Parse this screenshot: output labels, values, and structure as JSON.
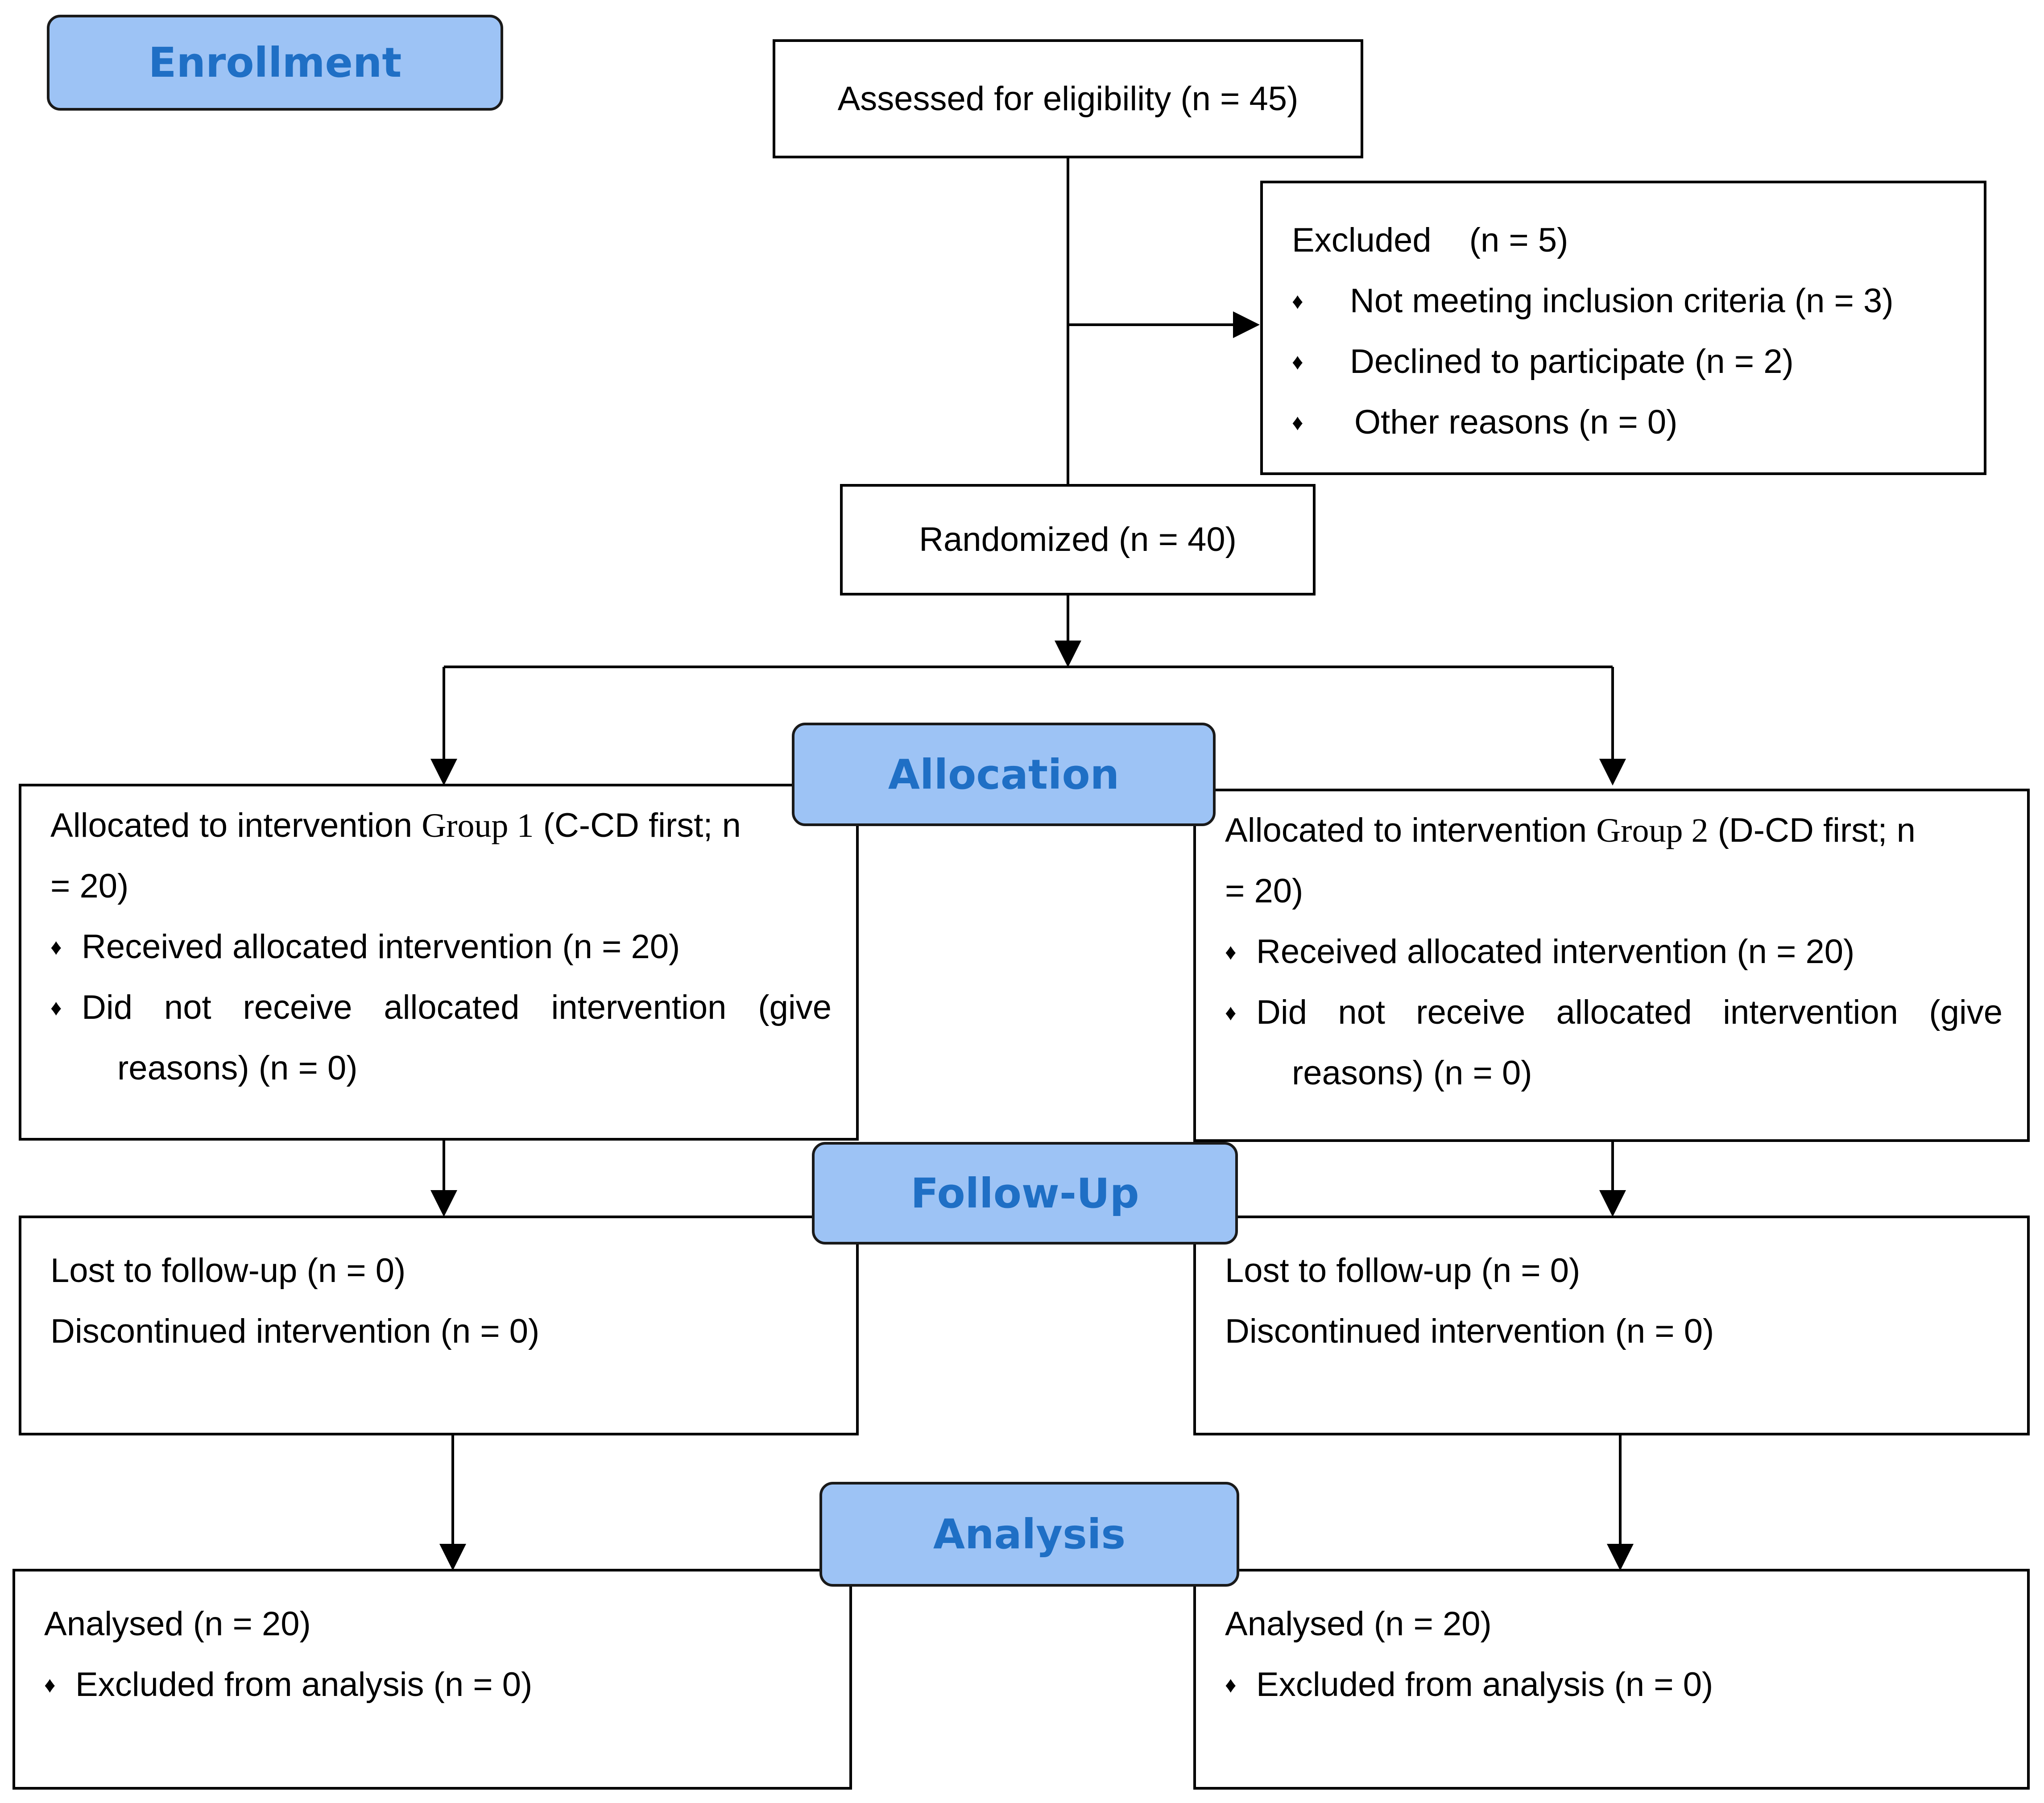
{
  "stages": {
    "enrollment": "Enrollment",
    "allocation": "Allocation",
    "follow_up": "Follow-Up",
    "analysis": "Analysis"
  },
  "bullet": "♦",
  "assessed": "Assessed for eligibility (n = 45)",
  "excluded": {
    "title": "Excluded",
    "count": "(n = 5)",
    "items": [
      "Not meeting inclusion criteria (n = 3)",
      "Declined to participate (n = 2)",
      "Other reasons (n = 0)"
    ]
  },
  "randomized": "Randomized (n = 40)",
  "group1": {
    "alloc_prefix": "Allocated to intervention ",
    "alloc_group": "Group 1",
    "alloc_suffix_line1": " (C-CD first; n",
    "alloc_line2": "= 20)",
    "received": "Received allocated intervention (n = 20)",
    "not_received_line1": "Did not receive allocated intervention (give",
    "not_received_line2": "reasons) (n = 0)",
    "lost": "Lost to follow-up (n = 0)",
    "discontinued": "Discontinued intervention (n = 0)",
    "analysed": "Analysed (n = 20)",
    "excluded_analysis": "Excluded from analysis (n = 0)"
  },
  "group2": {
    "alloc_prefix": "Allocated to intervention ",
    "alloc_group": "Group 2",
    "alloc_suffix_line1": " (D-CD first; n",
    "alloc_line2": "= 20)",
    "received": "Received allocated intervention (n = 20)",
    "not_received_line1": "Did not receive allocated intervention (give",
    "not_received_line2": "reasons) (n = 0)",
    "lost": "Lost to follow-up (n = 0)",
    "discontinued": "Discontinued intervention (n = 0)",
    "analysed": "Analysed (n = 20)",
    "excluded_analysis": "Excluded from analysis (n = 0)"
  },
  "colors": {
    "stage_fill": "#9dc3f5",
    "stage_text": "#1f6fc5",
    "line": "#000000"
  }
}
